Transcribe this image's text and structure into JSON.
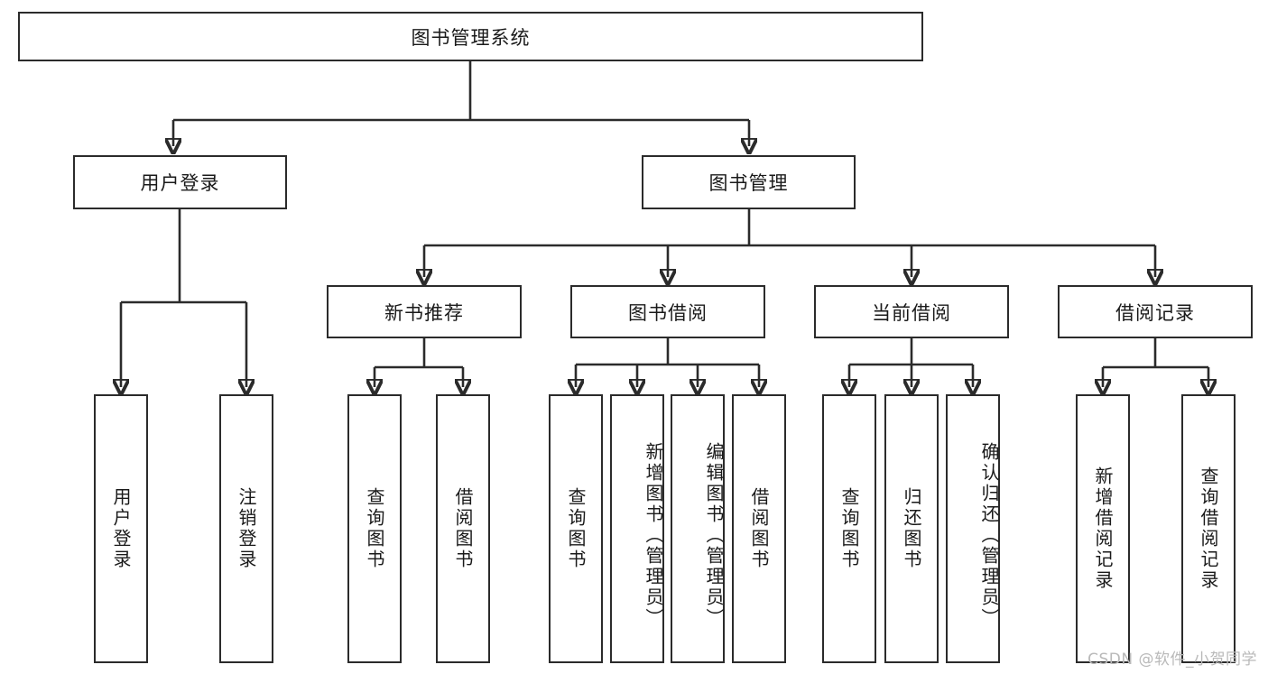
{
  "diagram": {
    "title": "图书管理系统",
    "type": "tree",
    "root": {
      "label": "图书管理系统",
      "children": [
        {
          "label": "用户登录",
          "children": [
            {
              "label": "用户登录"
            },
            {
              "label": "注销登录"
            }
          ]
        },
        {
          "label": "图书管理",
          "children": [
            {
              "label": "新书推荐",
              "children": [
                {
                  "label": "查询图书"
                },
                {
                  "label": "借阅图书"
                }
              ]
            },
            {
              "label": "图书借阅",
              "children": [
                {
                  "label": "查询图书"
                },
                {
                  "label": "新增图书（管理员）"
                },
                {
                  "label": "编辑图书（管理员）"
                },
                {
                  "label": "借阅图书"
                }
              ]
            },
            {
              "label": "当前借阅",
              "children": [
                {
                  "label": "查询图书"
                },
                {
                  "label": "归还图书"
                },
                {
                  "label": "确认归还（管理员）"
                }
              ]
            },
            {
              "label": "借阅记录",
              "children": [
                {
                  "label": "新增借阅记录"
                },
                {
                  "label": "查询借阅记录"
                }
              ]
            }
          ]
        }
      ]
    }
  },
  "nodes": {
    "root": "图书管理系统",
    "l1_user_login": "用户登录",
    "l1_book_manage": "图书管理",
    "l2_user_login": "用户登录",
    "l2_logout": "注销登录",
    "l2_new_book": "新书推荐",
    "l2_borrow": "图书借阅",
    "l2_current": "当前借阅",
    "l2_record": "借阅记录",
    "l3_nb_query": "查询图书",
    "l3_nb_borrow": "借阅图书",
    "l3_bb_query": "查询图书",
    "l3_bb_add": "新增图书（管理员）",
    "l3_bb_edit": "编辑图书（管理员）",
    "l3_bb_borrow": "借阅图书",
    "l3_cb_query": "查询图书",
    "l3_cb_return": "归还图书",
    "l3_cb_confirm": "确认归还（管理员）",
    "l3_rec_add": "新增借阅记录",
    "l3_rec_query": "查询借阅记录"
  },
  "watermark": {
    "text": "CSDN @软件_小贺同学"
  },
  "colors": {
    "stroke": "#2b2b2b",
    "fill": "#ffffff",
    "text": "#1a1a1a",
    "watermark": "#b9b9b9"
  }
}
